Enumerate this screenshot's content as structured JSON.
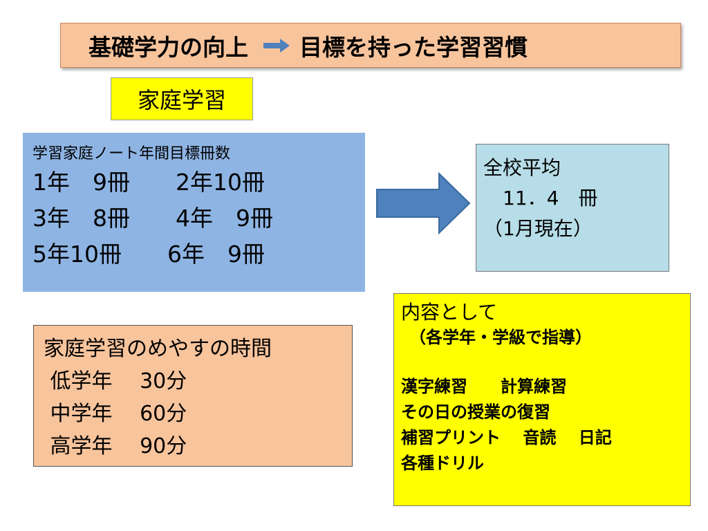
{
  "title": {
    "left": "基礎学力の向上",
    "right": "目標を持った学習習慣",
    "arrow_icon": "right-arrow-icon"
  },
  "subhead": "家庭学習",
  "goal": {
    "heading": "学習家庭ノート年間目標冊数",
    "rows": [
      "1年　9冊　　2年10冊",
      "3年　8冊　　4年　9冊",
      "5年10冊　　6年　9冊"
    ]
  },
  "average": {
    "title": "全校平均",
    "value": "　11．4　冊",
    "note": "（1月現在）"
  },
  "time": {
    "heading": "家庭学習のめやすの時間",
    "rows": [
      " 低学年　 30分",
      " 中学年　 60分",
      " 高学年　 90分"
    ]
  },
  "content": {
    "heading": "内容として",
    "sub": "　（各学年・学級で指導）",
    "items": [
      "漢字練習　　計算練習",
      "その日の授業の復習",
      "補習プリント　 音読　 日記",
      "各種ドリル"
    ]
  },
  "colors": {
    "title_bg": "#f8c49c",
    "subhead_bg": "#ffff00",
    "goal_bg": "#8eb4e3",
    "average_bg": "#b7dde8",
    "arrow_fill": "#4f81bd"
  }
}
